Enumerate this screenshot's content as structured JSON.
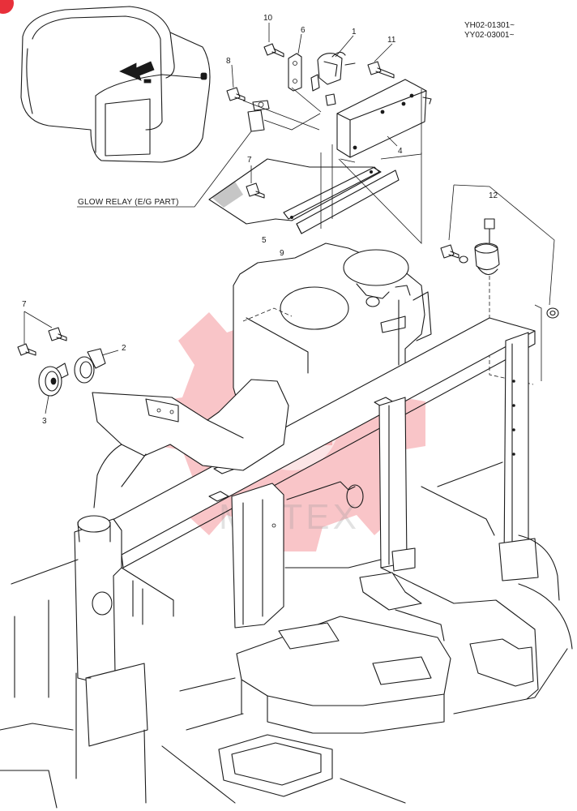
{
  "serials": [
    "YH02-01301~",
    "YY02-03001~"
  ],
  "caption": "GLOW RELAY (E/G PART)",
  "callouts": {
    "c1": "1",
    "c2": "2",
    "c3": "3",
    "c4": "4",
    "c5": "5",
    "c6": "6",
    "c7a": "7",
    "c7b": "7",
    "c8": "8",
    "c9": "9",
    "c10": "10",
    "c11": "11",
    "c12": "12"
  },
  "watermark": "MHTEX",
  "colors": {
    "line": "#1a1a1a",
    "watermark": "#e8303a",
    "badge": "#e8303a"
  }
}
